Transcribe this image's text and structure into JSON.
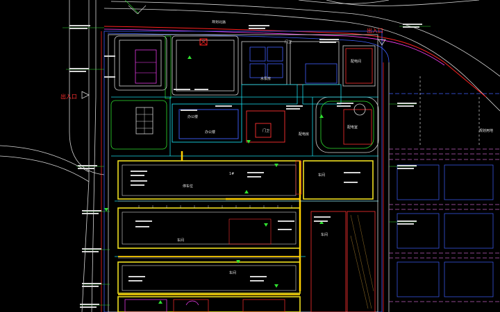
{
  "colors": {
    "background": "#000000",
    "road_line": "#e8e8e8",
    "boundary_red": "#ff2020",
    "boundary_magenta": "#ff40ff",
    "building_white": "#e8e8e8",
    "building_red": "#ff3030",
    "cyan": "#18d8e8",
    "blue": "#4060ff",
    "yellow": "#f0e020",
    "green": "#30e030",
    "orange_yellow": "#ffd000",
    "dashed_magenta": "#c060c0"
  },
  "labels": {
    "road_name": "规划北路",
    "entry_top_right": "出入口",
    "entry_left": "出入口",
    "station_left": "出入口",
    "building_top_center": "门卫",
    "building_mid_center": "办公楼",
    "building_mid_center_sub": "办公楼",
    "building_row1": "停车位",
    "building_row1_sub": "1#",
    "building_row2": "车间",
    "building_row3": "车间",
    "building_row4": "车间",
    "building_right_mid": "车间",
    "building_right_round": "配电室",
    "building_right_round_sub": "配电房",
    "small_box_a": "水泵房",
    "small_box_b": "门卫",
    "top_right_box": "配电间",
    "grid_right_label": "规划用地"
  },
  "icons": [
    "entry-triangle-icon",
    "elevation-marker-icon",
    "north-marker-icon",
    "tree-cluster-icon",
    "warning-marker-icon"
  ]
}
